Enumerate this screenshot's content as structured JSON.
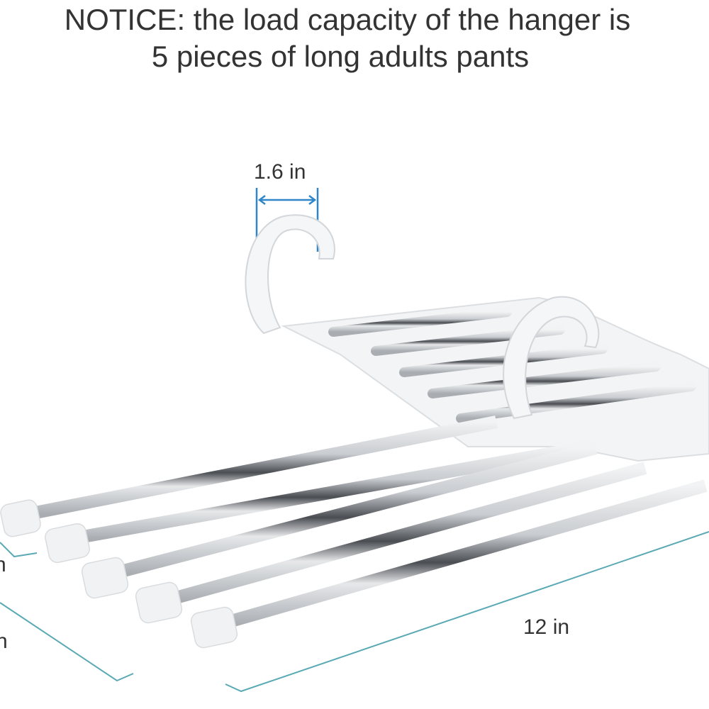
{
  "notice": {
    "line1": "NOTICE: the load capacity of the hanger is",
    "line2": "5 pieces of long adults pants"
  },
  "dimensions": {
    "hook_width": "1.6 in",
    "length": "12 in",
    "left_label_1_fragment": "n",
    "left_label_2_fragment": "n"
  },
  "colors": {
    "dimension_line": "#5aa9b5",
    "hook_dimension": "#2f86c8",
    "rod": "#b8bcc0",
    "plastic": "#f4f5f6"
  }
}
